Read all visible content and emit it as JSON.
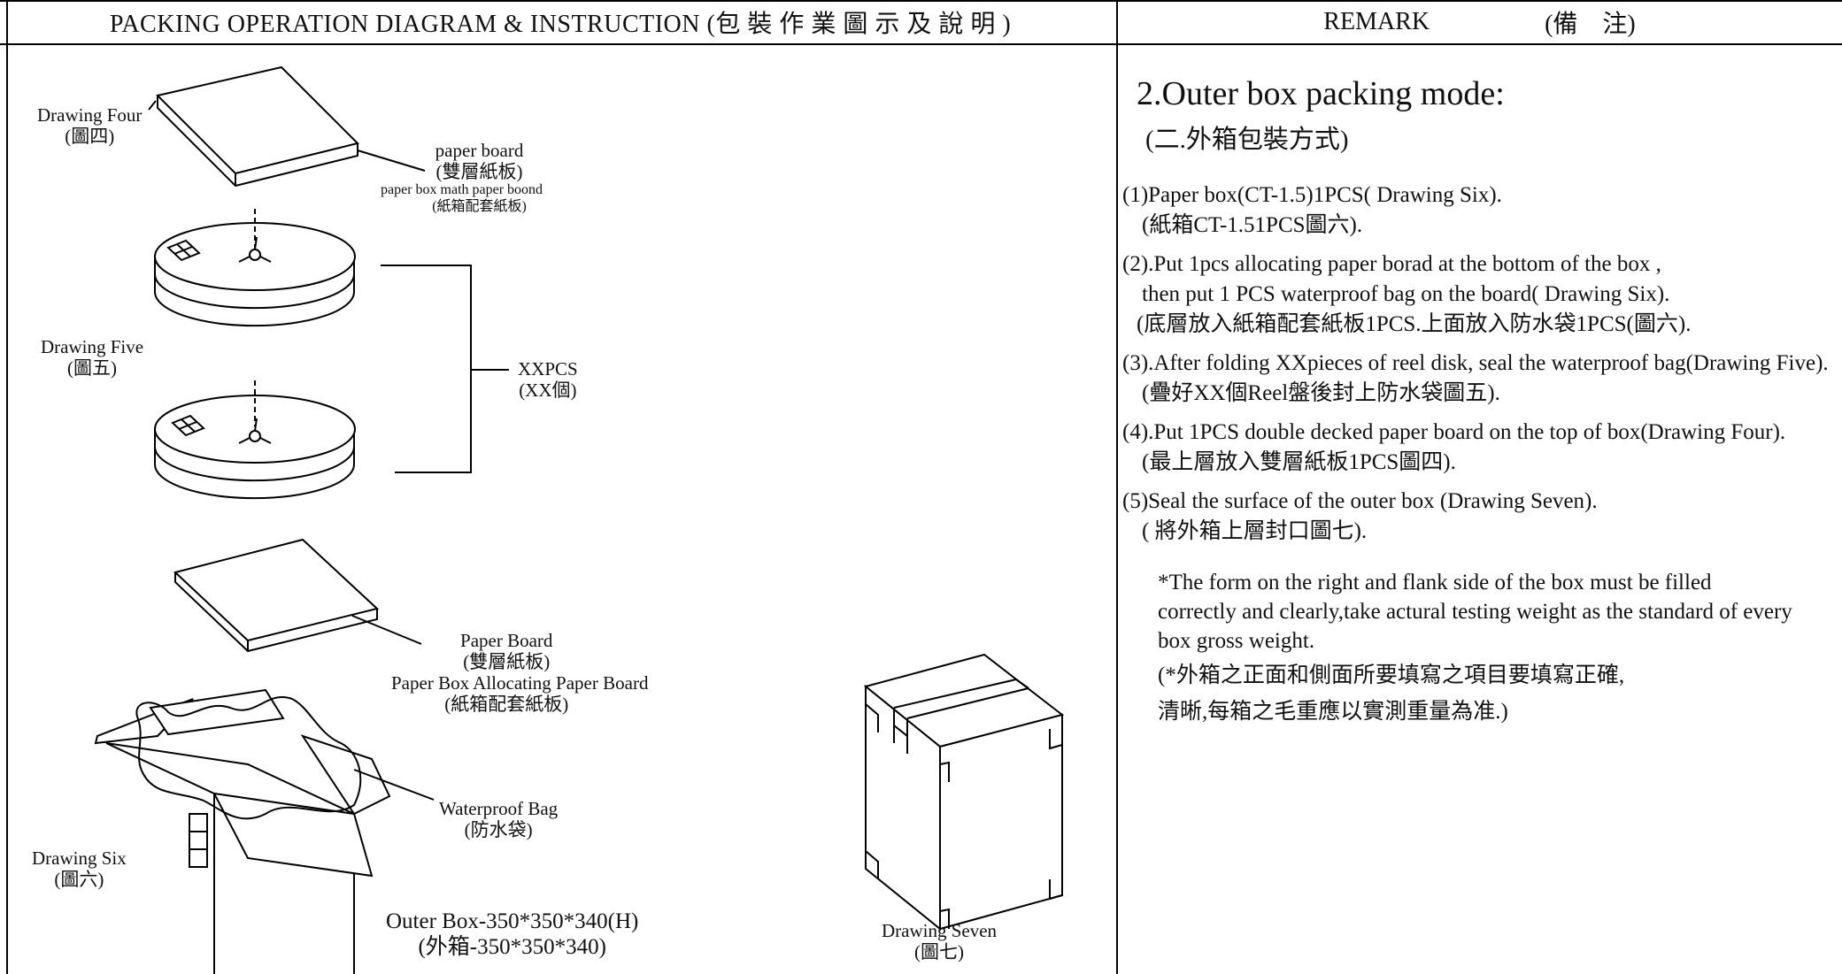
{
  "header": {
    "left": "PACKING OPERATION DIAGRAM & INSTRUCTION (包 裝 作 業 圖 示 及 說 明 )",
    "right_en": "REMARK",
    "right_cn": "(備　注)"
  },
  "diagram": {
    "drawing_four": {
      "en": "Drawing Four",
      "cn": "(圖四)"
    },
    "paper_board_top": {
      "en": "paper board",
      "cn": "(雙層紙板)",
      "en2": "paper box math paper boond",
      "cn2": "(紙箱配套紙板)"
    },
    "drawing_five": {
      "en": "Drawing Five",
      "cn": "(圖五)"
    },
    "xxpcs": {
      "en": "XXPCS",
      "cn": "(XX個)"
    },
    "paper_board_bottom": {
      "en": "Paper Board",
      "cn": "(雙層紙板)",
      "en2": "Paper Box Allocating Paper Board",
      "cn2": "(紙箱配套紙板)"
    },
    "waterproof_bag": {
      "en": "Waterproof Bag",
      "cn": "(防水袋)"
    },
    "drawing_six": {
      "en": "Drawing Six",
      "cn": "(圖六)"
    },
    "outer_box": {
      "en": "Outer Box-350*350*340(H)",
      "cn": "(外箱-350*350*340)"
    },
    "drawing_seven": {
      "en": "Drawing Seven",
      "cn": "(圖七)"
    }
  },
  "remark": {
    "title": "2.Outer box packing mode:",
    "subtitle": "(二.外箱包裝方式)",
    "steps": [
      {
        "l1": "(1)Paper box(CT-1.5)1PCS( Drawing Six).",
        "l2": "(紙箱CT-1.51PCS圖六).",
        "l3": ""
      },
      {
        "l1": "(2).Put 1pcs allocating paper borad at the bottom of the box ,",
        "l2": "then put  1 PCS waterproof bag on the board( Drawing Six).",
        "l3": "(底層放入紙箱配套紙板1PCS.上面放入防水袋1PCS(圖六)."
      },
      {
        "l1": "(3).After folding XXpieces of reel disk,  seal the waterproof bag(Drawing Five).",
        "l2": "(疊好XX個Reel盤後封上防水袋圖五).",
        "l3": ""
      },
      {
        "l1": "(4).Put 1PCS double decked paper board on the top of box(Drawing Four).",
        "l2": "(最上層放入雙層紙板1PCS圖四).",
        "l3": ""
      },
      {
        "l1": "(5)Seal the surface of the outer box (Drawing Seven).",
        "l2": "( 將外箱上層封口圖七).",
        "l3": ""
      }
    ],
    "note_en": "*The form on the right and flank side of the box must be filled correctly and clearly,take actural testing weight as the standard of every box gross weight.",
    "note_cn_1": "(*外箱之正面和側面所要填寫之項目要填寫正確,",
    "note_cn_2": "清晰,每箱之毛重應以實測重量為准.)"
  }
}
